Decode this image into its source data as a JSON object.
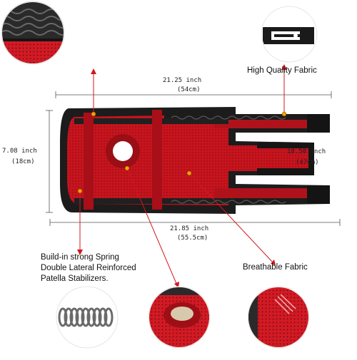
{
  "dimensions": {
    "top_inch": "21.25 inch",
    "top_cm": "(54cm)",
    "bottom_inch": "21.85 inch",
    "bottom_cm": "(55.5cm)",
    "left_inch": "7.08 inch",
    "left_cm": "(18cm)",
    "right_inch": "18.50 inch",
    "right_cm": "(47cm)"
  },
  "labels": {
    "fabric": "High Quality Fabric",
    "spring_line1": "Build-in strong Spring",
    "spring_line2": "Double Lateral Reinforced",
    "spring_line3": "Patella Stabilizers.",
    "breathable": "Breathable Fabric"
  },
  "colors": {
    "brace_red": "#c8141e",
    "dark_red": "#8e0d14",
    "brace_black": "#1c1c1c",
    "pointer_red": "#d0181e",
    "dot_orange": "#f5a000",
    "dim_line": "#555555"
  }
}
